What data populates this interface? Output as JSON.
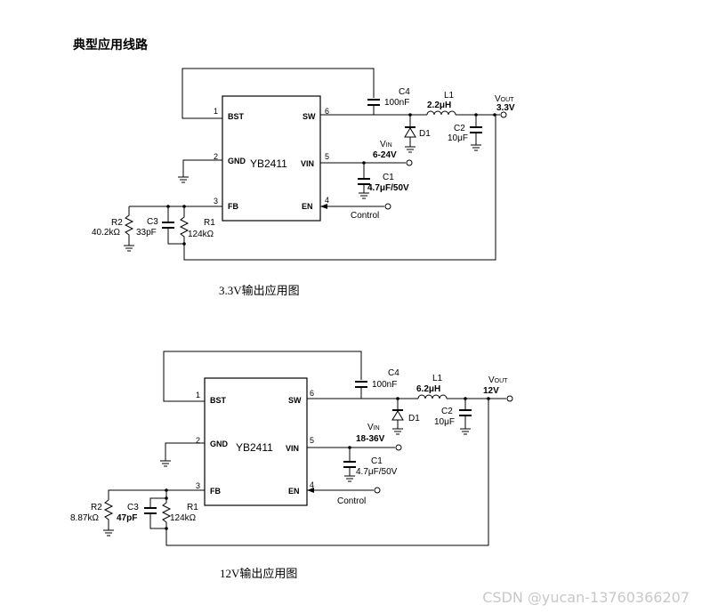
{
  "title": "典型应用线路",
  "watermark": "CSDN @yucan-13760366207",
  "circuits": [
    {
      "caption": "3.3V输出应用图",
      "chip": "YB2411",
      "pins": {
        "p1": {
          "num": "1",
          "name": "BST"
        },
        "p2": {
          "num": "2",
          "name": "GND"
        },
        "p3": {
          "num": "3",
          "name": "FB"
        },
        "p4": {
          "num": "4",
          "name": "EN"
        },
        "p5": {
          "num": "5",
          "name": "VIN"
        },
        "p6": {
          "num": "6",
          "name": "SW"
        }
      },
      "c4": {
        "ref": "C4",
        "value": "100nF"
      },
      "l1": {
        "ref": "L1",
        "value": "2.2μH"
      },
      "vout": {
        "label": "V",
        "sub": "OUT",
        "value": "3.3V"
      },
      "c2": {
        "ref": "C2",
        "value": "10μF"
      },
      "d1": {
        "ref": "D1"
      },
      "vin": {
        "label": "V",
        "sub": "IN",
        "value": "6-24V"
      },
      "c1": {
        "ref": "C1",
        "value": "4.7μF/50V"
      },
      "control": "Control",
      "r2": {
        "ref": "R2",
        "value": "40.2kΩ"
      },
      "c3": {
        "ref": "C3",
        "value": "33pF"
      },
      "r1": {
        "ref": "R1",
        "value": "124kΩ"
      }
    },
    {
      "caption": "12V输出应用图",
      "chip": "YB2411",
      "pins": {
        "p1": {
          "num": "1",
          "name": "BST"
        },
        "p2": {
          "num": "2",
          "name": "GND"
        },
        "p3": {
          "num": "3",
          "name": "FB"
        },
        "p4": {
          "num": "4",
          "name": "EN"
        },
        "p5": {
          "num": "5",
          "name": "VIN"
        },
        "p6": {
          "num": "6",
          "name": "SW"
        }
      },
      "c4": {
        "ref": "C4",
        "value": "100nF"
      },
      "l1": {
        "ref": "L1",
        "value": "6.2μH"
      },
      "vout": {
        "label": "V",
        "sub": "OUT",
        "value": "12V"
      },
      "c2": {
        "ref": "C2",
        "value": "10μF"
      },
      "d1": {
        "ref": "D1"
      },
      "vin": {
        "label": "V",
        "sub": "IN",
        "value": "18-36V"
      },
      "c1": {
        "ref": "C1",
        "value": "4.7μF/50V"
      },
      "control": "Control",
      "r2": {
        "ref": "R2",
        "value": "8.87kΩ"
      },
      "c3": {
        "ref": "C3",
        "value": "47pF"
      },
      "r1": {
        "ref": "R1",
        "value": "124kΩ"
      }
    }
  ]
}
